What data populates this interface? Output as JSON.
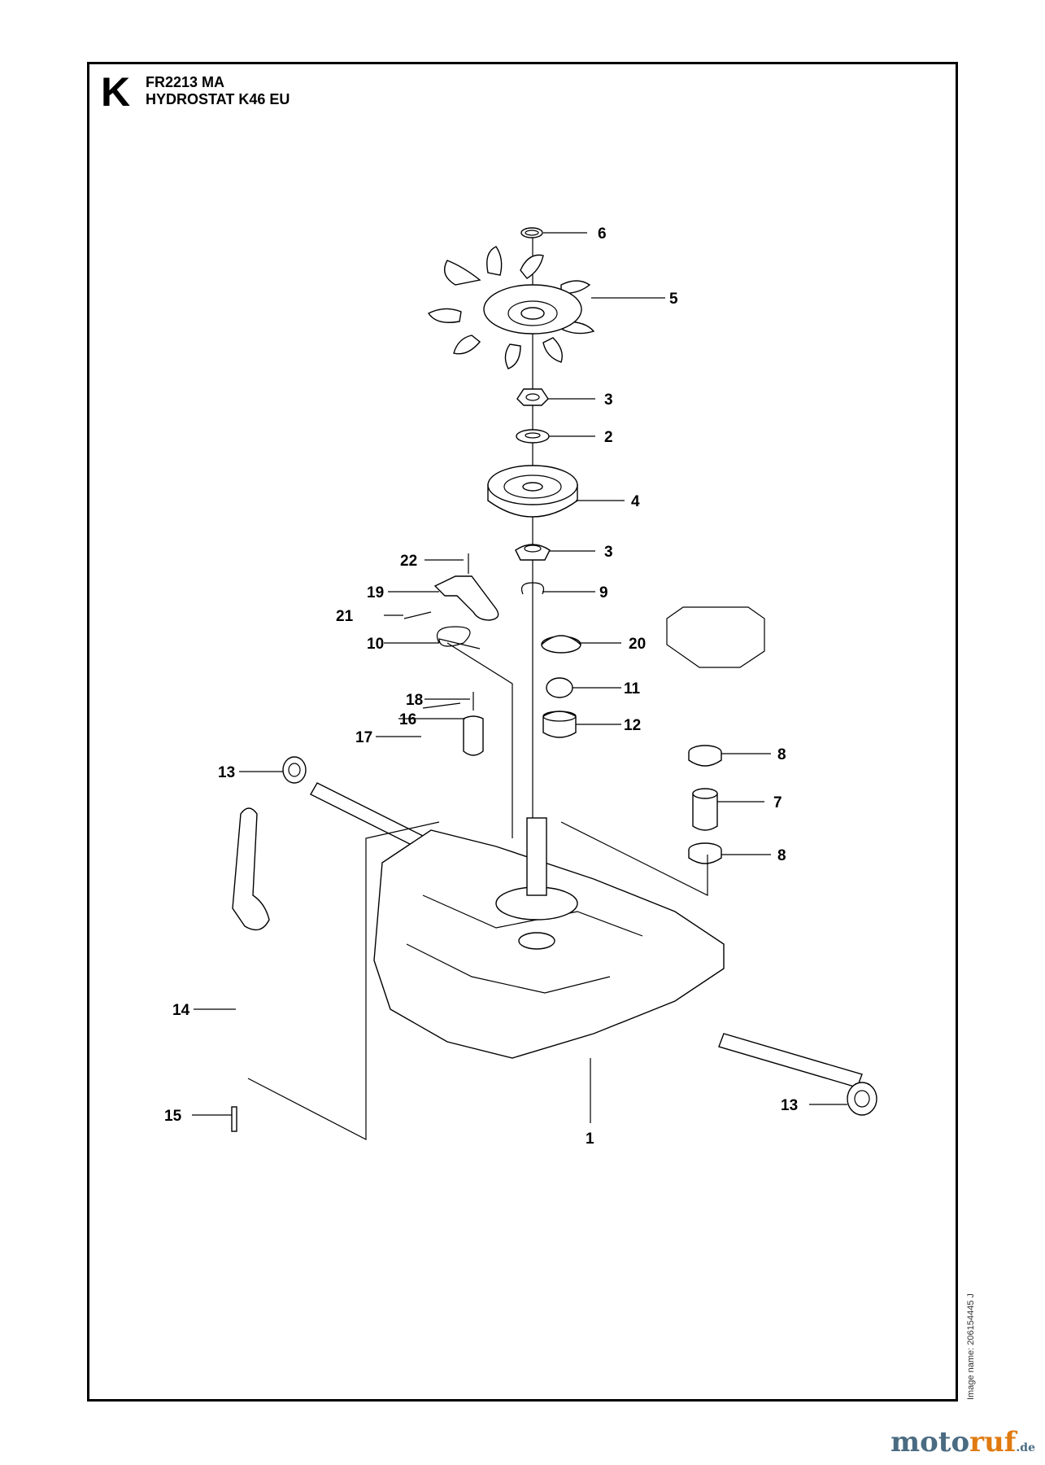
{
  "header": {
    "section_letter": "K",
    "model": "FR2213 MA",
    "title": "HYDROSTAT K46 EU"
  },
  "image_name": "Image name: 206154445 J",
  "watermark": {
    "main": "moto",
    "accent": "ruf",
    "tld": ".de"
  },
  "callouts": [
    {
      "id": "c6",
      "number": "6"
    },
    {
      "id": "c5",
      "number": "5"
    },
    {
      "id": "c3a",
      "number": "3"
    },
    {
      "id": "c2",
      "number": "2"
    },
    {
      "id": "c4",
      "number": "4"
    },
    {
      "id": "c3b",
      "number": "3"
    },
    {
      "id": "c22",
      "number": "22"
    },
    {
      "id": "c9",
      "number": "9"
    },
    {
      "id": "c19",
      "number": "19"
    },
    {
      "id": "c21",
      "number": "21"
    },
    {
      "id": "c20",
      "number": "20"
    },
    {
      "id": "c10",
      "number": "10"
    },
    {
      "id": "c11",
      "number": "11"
    },
    {
      "id": "c18",
      "number": "18"
    },
    {
      "id": "c16",
      "number": "16"
    },
    {
      "id": "c12",
      "number": "12"
    },
    {
      "id": "c17",
      "number": "17"
    },
    {
      "id": "c8a",
      "number": "8"
    },
    {
      "id": "c13a",
      "number": "13"
    },
    {
      "id": "c7",
      "number": "7"
    },
    {
      "id": "c8b",
      "number": "8"
    },
    {
      "id": "c14",
      "number": "14"
    },
    {
      "id": "c13b",
      "number": "13"
    },
    {
      "id": "c15",
      "number": "15"
    },
    {
      "id": "c1",
      "number": "1"
    }
  ]
}
